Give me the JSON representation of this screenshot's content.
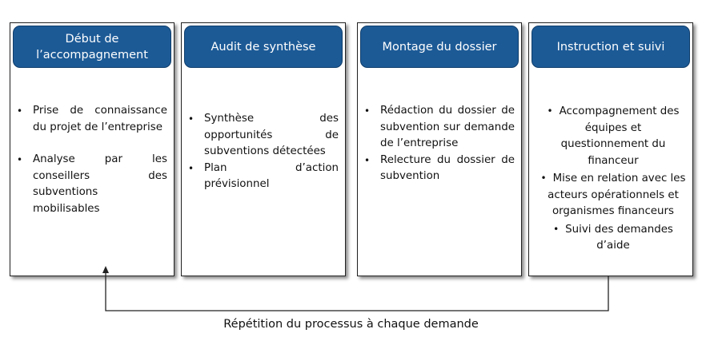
{
  "steps": [
    {
      "title": "Début de l’accompagnement",
      "bullets": [
        "Prise de connaissance du projet de l’entreprise",
        "Analyse par les conseillers des subventions mobilisables"
      ]
    },
    {
      "title": "Audit de synthèse",
      "bullets": [
        "Synthèse des opportunités de subventions détectées",
        "Plan d’action prévisionnel"
      ]
    },
    {
      "title": "Montage du dossier",
      "bullets": [
        "Rédaction du dossier de subvention sur demande de l’entreprise",
        "Relecture du dossier de subvention"
      ]
    },
    {
      "title": "Instruction et suivi",
      "bullets": [
        "Accompagnement des équipes et questionnement du financeur",
        "Mise en relation avec les acteurs opérationnels et organismes financeurs",
        "Suivi des demandes d’aide"
      ]
    }
  ],
  "loop_caption": "Répétition du processus à chaque demande",
  "colors": {
    "header_fill": "#1c5a96",
    "header_text": "#ffffff",
    "border": "#222222"
  }
}
